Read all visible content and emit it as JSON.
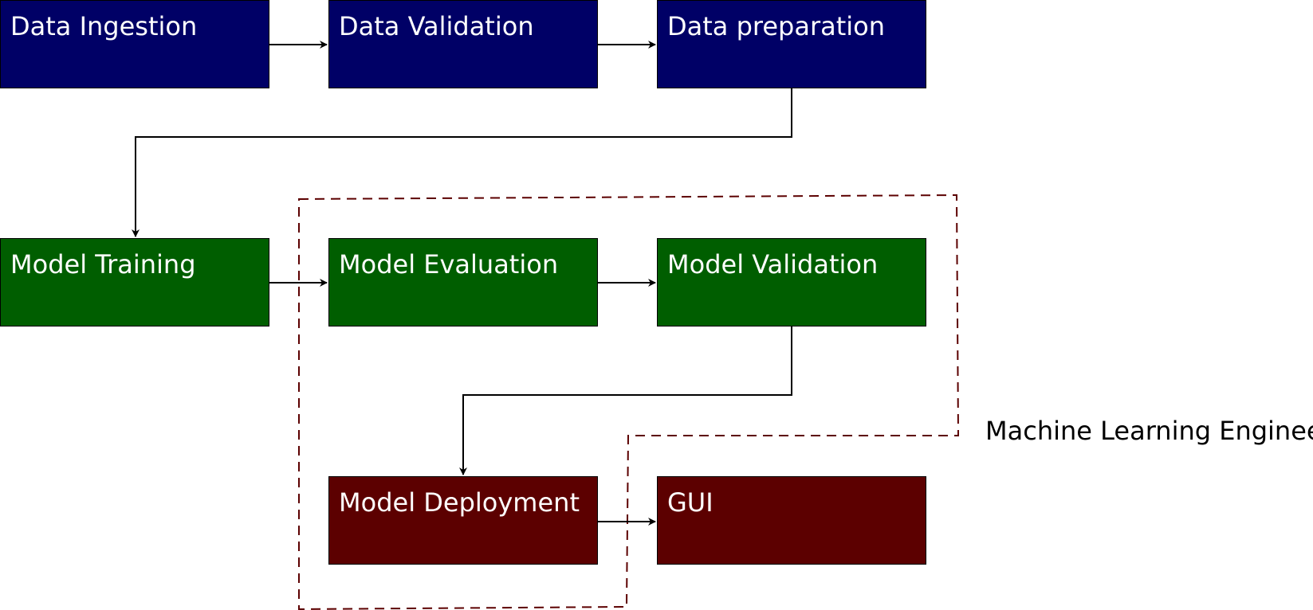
{
  "colors": {
    "data_stage": "#000066",
    "model_stage": "#005e00",
    "deployment_stage": "#5c0000",
    "boundary": "#5c0000",
    "connector": "#000000",
    "label_text": "#ffffff"
  },
  "nodes": {
    "data_ingestion": "Data Ingestion",
    "data_validation": "Data Validation",
    "data_preparation": "Data preparation",
    "model_training": "Model Training",
    "model_evaluation": "Model Evaluation",
    "model_validation": "Model Validation",
    "model_deployment": "Model Deployment",
    "gui": "GUI"
  },
  "edges": [
    [
      "Data Ingestion",
      "Data Validation"
    ],
    [
      "Data Validation",
      "Data preparation"
    ],
    [
      "Data preparation",
      "Model Training"
    ],
    [
      "Model Training",
      "Model Evaluation"
    ],
    [
      "Model Evaluation",
      "Model Validation"
    ],
    [
      "Model Validation",
      "Model Deployment"
    ],
    [
      "Model Deployment",
      "GUI"
    ]
  ],
  "boundary": {
    "label": "Machine Learning Engineer",
    "style": "dashed",
    "encloses": [
      "Model Evaluation",
      "Model Validation",
      "Model Deployment"
    ]
  }
}
